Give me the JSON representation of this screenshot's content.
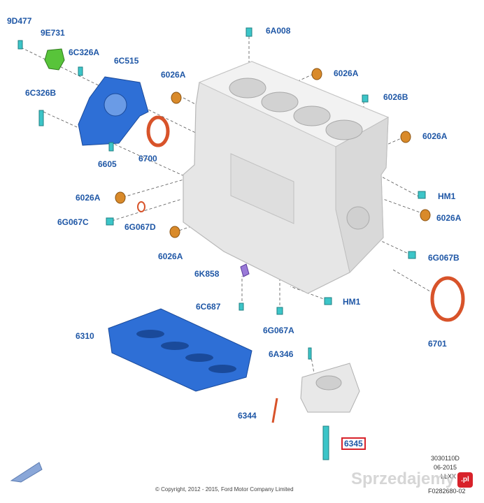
{
  "labels": {
    "l_9D477": "9D477",
    "l_9E731": "9E731",
    "l_6C326A": "6C326A",
    "l_6C515": "6C515",
    "l_6C326B": "6C326B",
    "l_6605": "6605",
    "l_6700": "6700",
    "l_6A008": "6A008",
    "l_6026A_1": "6026A",
    "l_6026A_2": "6026A",
    "l_6026B": "6026B",
    "l_6026A_3": "6026A",
    "l_HM1_1": "HM1",
    "l_6026A_4": "6026A",
    "l_6026A_5": "6026A",
    "l_6G067C": "6G067C",
    "l_6G067D": "6G067D",
    "l_6026A_6": "6026A",
    "l_6G067B": "6G067B",
    "l_6K858": "6K858",
    "l_HM1_2": "HM1",
    "l_6C687": "6C687",
    "l_6G067A": "6G067A",
    "l_6701": "6701",
    "l_6310": "6310",
    "l_6A346": "6A346",
    "l_6344": "6344",
    "l_6345": "6345"
  },
  "footer": {
    "ref1": "3030110D",
    "ref2": "06-2015",
    "ref3": "LLXX",
    "ref4": "F0282680-02",
    "copyright": "© Copyright, 2012 - 2015, Ford Motor Company Limited"
  },
  "watermark": {
    "text": "Sprzedajemy",
    "suffix": ".pl"
  },
  "colors": {
    "label_blue": "#1f57a6",
    "plate_blue": "#2e6fd6",
    "bolt_teal": "#3cc5c8",
    "washer_orange": "#d98a2a",
    "seal_red": "#d8532a",
    "highlight_red": "#d8222a",
    "pump_green": "#58c43a",
    "block_gray": "#e6e6e6"
  }
}
